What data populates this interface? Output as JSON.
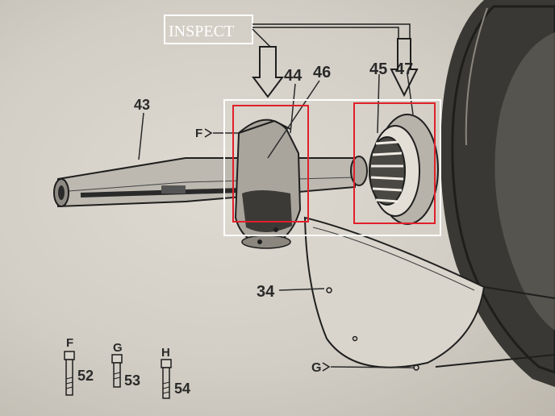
{
  "callout": {
    "text": "INSPECT"
  },
  "parts": {
    "p43": "43",
    "p44": "44",
    "p46": "46",
    "p45": "45",
    "p47": "47",
    "p34": "34",
    "p52": "52",
    "p53": "53",
    "p54": "54"
  },
  "points": {
    "F": "F",
    "G": "G",
    "H": "H"
  },
  "colors": {
    "highlight_red": "#e0202a",
    "callout_white": "#ffffff",
    "ink": "#2a2a2a",
    "paper": "#d6d2c9"
  }
}
